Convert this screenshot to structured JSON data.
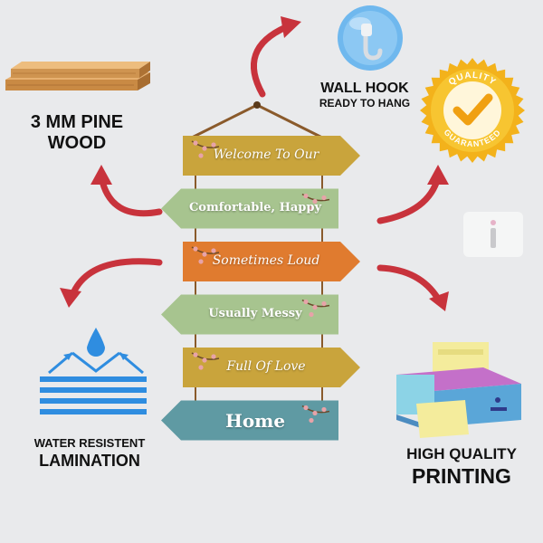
{
  "colors": {
    "background": "#e9eaec",
    "arrow": "#c8333c",
    "sign_mustard": "#c9a43c",
    "sign_sage": "#a7c48f",
    "sign_orange": "#e07b2f",
    "sign_teal": "#5f9aa3",
    "badge_gold": "#f3b21b",
    "water_blue": "#2f8de0"
  },
  "features": {
    "wood": {
      "line1": "3 MM PINE",
      "line2": "WOOD",
      "icon": "wood-planks-icon"
    },
    "hook": {
      "title": "WALL HOOK",
      "subtitle": "READY TO HANG",
      "icon": "wall-hook-icon"
    },
    "quality": {
      "top": "QUALITY",
      "bottom": "GUARANTEED",
      "icon": "quality-badge-icon"
    },
    "water": {
      "line1": "WATER RESISTENT",
      "line2": "LAMINATION",
      "icon": "water-drop-icon"
    },
    "printing": {
      "line1": "HIGH QUALITY",
      "line2": "PRINTING",
      "icon": "printer-icon"
    }
  },
  "signs": [
    {
      "text": "Welcome To Our",
      "direction": "right",
      "color": "mustard",
      "style": "script"
    },
    {
      "text": "Comfortable, Happy",
      "direction": "left",
      "color": "sage",
      "style": "bold"
    },
    {
      "text": "Sometimes Loud",
      "direction": "right",
      "color": "orange",
      "style": "script"
    },
    {
      "text": "Usually Messy",
      "direction": "left",
      "color": "sage",
      "style": "bold"
    },
    {
      "text": "Full Of Love",
      "direction": "right",
      "color": "mustard",
      "style": "script"
    },
    {
      "text": "Home",
      "direction": "left",
      "color": "teal",
      "style": "bold"
    }
  ]
}
